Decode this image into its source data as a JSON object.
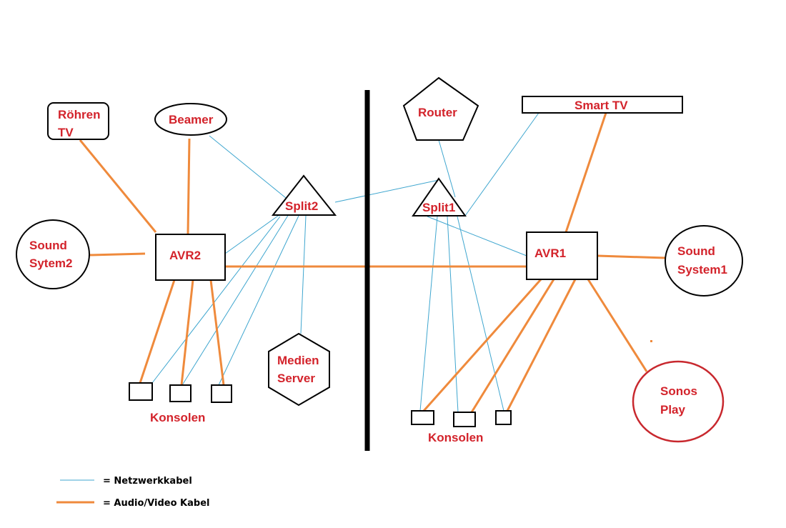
{
  "colors": {
    "network": "#3fa6cf",
    "av": "#ef8a3c",
    "label": "#d3232b",
    "outline": "#000000",
    "sonos_outline": "#c8282e",
    "divider": "#000000"
  },
  "nodes": {
    "roehren_tv": [
      "Röhren",
      "TV"
    ],
    "beamer": [
      "Beamer"
    ],
    "split2": [
      "Split2"
    ],
    "sound_system2": [
      "Sound",
      "Sytem2"
    ],
    "avr2": [
      "AVR2"
    ],
    "medien_server": [
      "Medien",
      "Server"
    ],
    "konsolen_left": [
      "Konsolen"
    ],
    "router": [
      "Router"
    ],
    "smart_tv": [
      "Smart TV"
    ],
    "split1": [
      "Split1"
    ],
    "avr1": [
      "AVR1"
    ],
    "sound_system1": [
      "Sound",
      "System1"
    ],
    "sonos_play": [
      "Sonos",
      "Play"
    ],
    "konsolen_right": [
      "Konsolen"
    ]
  },
  "legend": {
    "network_label": "= Netzwerkkabel",
    "av_label": "= Audio/Video Kabel"
  },
  "connections": {
    "network": [
      [
        "beamer",
        "split2"
      ],
      [
        "split2",
        "split1"
      ],
      [
        "split2",
        "avr2"
      ],
      [
        "split2",
        "konsole_l1"
      ],
      [
        "split2",
        "konsole_l2"
      ],
      [
        "split2",
        "konsole_l3"
      ],
      [
        "split2",
        "medien_server"
      ],
      [
        "router",
        "split1"
      ],
      [
        "smart_tv",
        "split1"
      ],
      [
        "split1",
        "avr1"
      ],
      [
        "split1",
        "konsole_r1"
      ],
      [
        "split1",
        "konsole_r2"
      ],
      [
        "split1",
        "konsole_r3"
      ]
    ],
    "av": [
      [
        "roehren_tv",
        "avr2"
      ],
      [
        "beamer",
        "avr2"
      ],
      [
        "sound_system2",
        "avr2"
      ],
      [
        "avr2",
        "avr1"
      ],
      [
        "avr2",
        "konsole_l1"
      ],
      [
        "avr2",
        "konsole_l2"
      ],
      [
        "avr2",
        "konsole_l3"
      ],
      [
        "smart_tv",
        "avr1"
      ],
      [
        "avr1",
        "sound_system1"
      ],
      [
        "avr1",
        "sonos_play"
      ],
      [
        "avr1",
        "konsole_r1"
      ],
      [
        "avr1",
        "konsole_r2"
      ],
      [
        "avr1",
        "konsole_r3"
      ]
    ]
  }
}
